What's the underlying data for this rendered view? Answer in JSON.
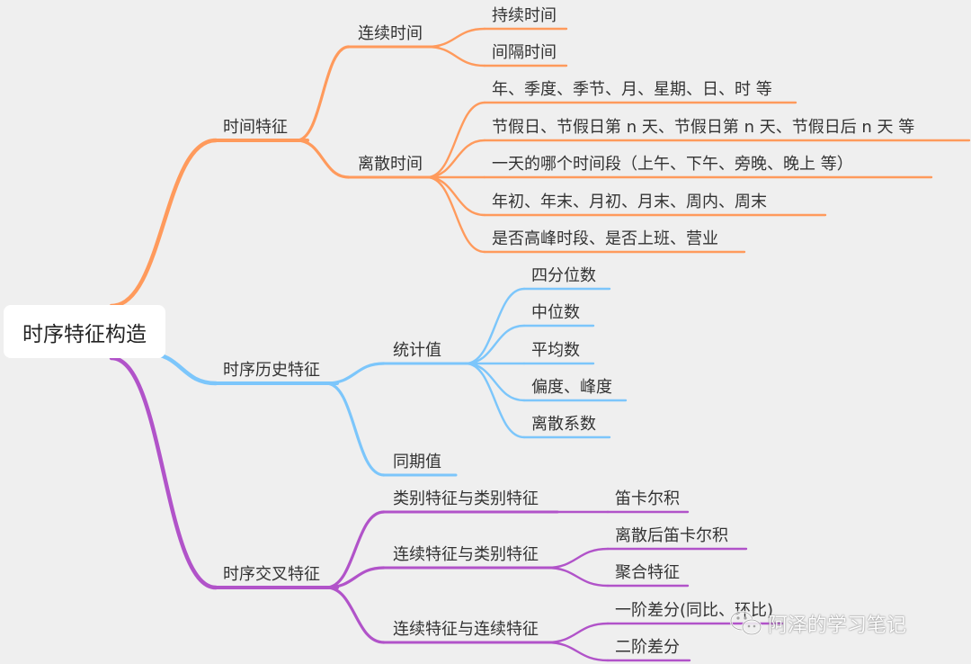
{
  "root": "时序特征构造",
  "colors": {
    "time": "#ff9a5c",
    "history": "#7cc6fb",
    "cross": "#b153c9",
    "text": "#333333",
    "background": "#efefef"
  },
  "branches": {
    "time": {
      "label": "时间特征",
      "children": [
        {
          "label": "连续时间",
          "children": [
            "持续时间",
            "间隔时间"
          ]
        },
        {
          "label": "离散时间",
          "children": [
            "年、季度、季节、月、星期、日、时 等",
            "节假日、节假日第 n 天、节假日第 n 天、节假日后 n 天 等",
            "一天的哪个时间段（上午、下午、旁晚、晚上 等）",
            "年初、年末、月初、月末、周内、周末",
            "是否高峰时段、是否上班、营业"
          ]
        }
      ]
    },
    "history": {
      "label": "时序历史特征",
      "children": [
        {
          "label": "统计值",
          "children": [
            "四分位数",
            "中位数",
            "平均数",
            "偏度、峰度",
            "离散系数"
          ]
        },
        {
          "label": "同期值",
          "children": []
        }
      ]
    },
    "cross": {
      "label": "时序交叉特征",
      "children": [
        {
          "label": "类别特征与类别特征",
          "children": [
            "笛卡尔积"
          ]
        },
        {
          "label": "连续特征与类别特征",
          "children": [
            "离散后笛卡尔积",
            "聚合特征"
          ]
        },
        {
          "label": "连续特征与连续特征",
          "children": [
            "一阶差分(同比、环比)",
            "二阶差分"
          ]
        }
      ]
    }
  },
  "watermark": {
    "text": "阿泽的学习笔记",
    "icon": "wechat-icon"
  }
}
